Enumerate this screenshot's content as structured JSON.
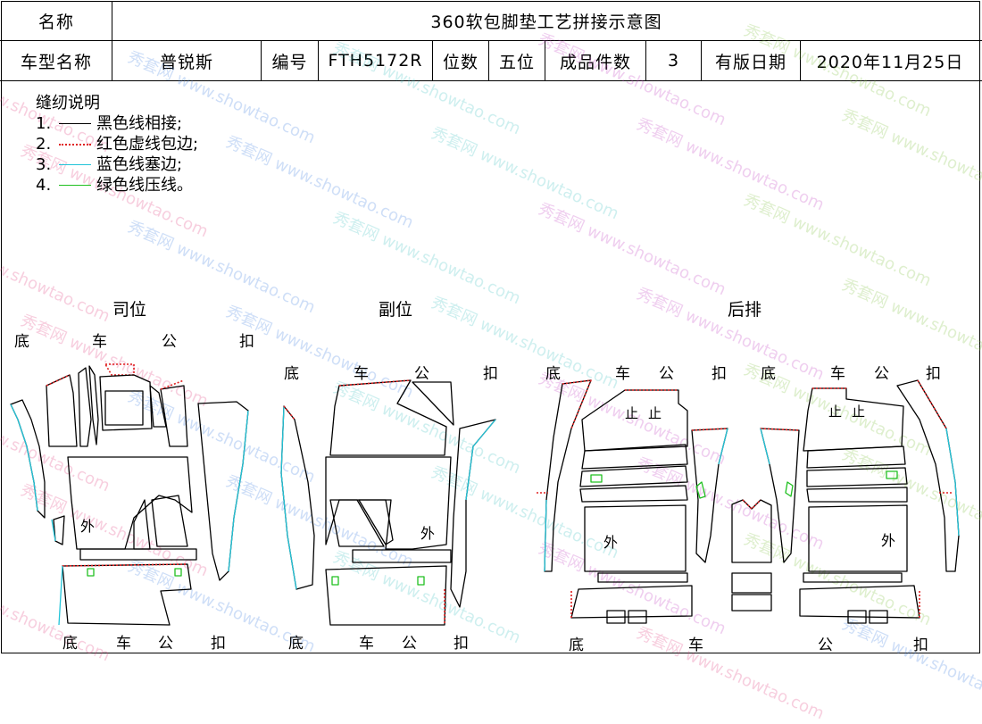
{
  "header": {
    "name_label": "名称",
    "title": "360软包脚垫工艺拼接示意图",
    "car_model_label": "车型名称",
    "car_model": "普锐斯",
    "code_label": "编号",
    "code": "FTH5172R",
    "seats_label": "位数",
    "seats": "五位",
    "pieces_label": "成品件数",
    "pieces": "3",
    "date_label": "有版日期",
    "date": "2020年11月25日"
  },
  "legend": {
    "title": "缝纫说明",
    "items": [
      {
        "num": "1.",
        "text": "黑色线相接;",
        "color": "#000000",
        "style": "solid"
      },
      {
        "num": "2.",
        "text": "红色虚线包边;",
        "color": "#e02020",
        "style": "dotted"
      },
      {
        "num": "3.",
        "text": "蓝色线塞边;",
        "color": "#22c4d8",
        "style": "solid"
      },
      {
        "num": "4.",
        "text": "绿色线压线。",
        "color": "#20c020",
        "style": "solid"
      }
    ]
  },
  "sections": {
    "driver": {
      "title": "司位"
    },
    "passenger": {
      "title": "副位"
    },
    "rear": {
      "title": "后排"
    }
  },
  "labels": {
    "bottom": "底",
    "car": "车",
    "gong": "公",
    "kou": "扣",
    "outer": "外",
    "stop": "止"
  },
  "watermark": {
    "brand": "秀套网",
    "site": "www.showtao.com"
  },
  "colors": {
    "black": "#000000",
    "red": "#e02020",
    "cyan": "#22c4d8",
    "green": "#20c020"
  }
}
